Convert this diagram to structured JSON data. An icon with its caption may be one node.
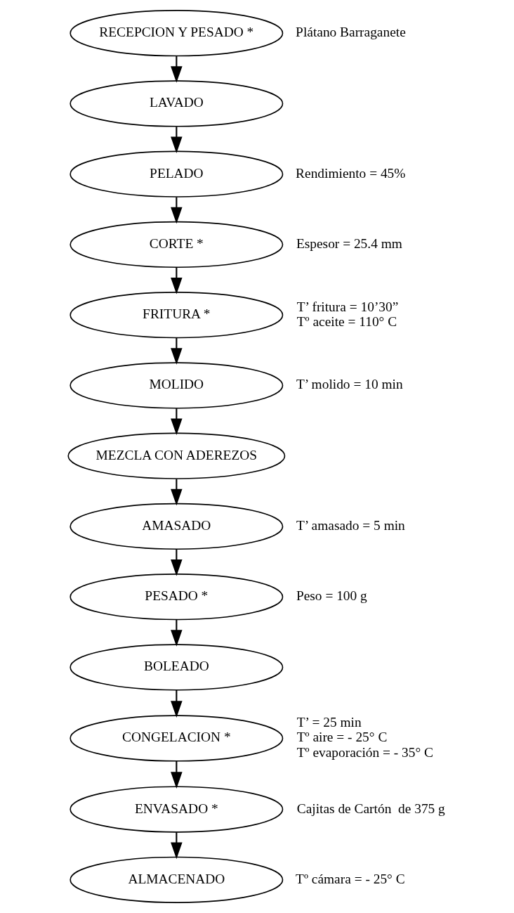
{
  "diagram": {
    "nodes": [
      {
        "text": [
          "RECEPCION Y PESADO *"
        ],
        "beside": [
          "Plátano Barraganete"
        ]
      },
      {
        "text": [
          "LAVADO"
        ]
      },
      {
        "text": [
          "PELADO"
        ],
        "beside": [
          "Rendimiento = 45%"
        ]
      },
      {
        "text": [
          "CORTE *"
        ],
        "beside": [
          "Espesor = 25.4 mm"
        ]
      },
      {
        "text": [
          "FRITURA *"
        ],
        "beside": [
          "T’ fritura = 10’30”",
          "Tº aceite = 110° C"
        ]
      },
      {
        "text": [
          "MOLIDO"
        ],
        "beside": [
          "T’ molido = 10 min"
        ]
      },
      {
        "text": [
          "MEZCLA CON ADEREZOS"
        ]
      },
      {
        "text": [
          "AMASADO"
        ],
        "beside": [
          "T’ amasado = 5 min"
        ]
      },
      {
        "text": [
          "PESADO *"
        ],
        "beside": [
          "Peso = 100 g"
        ]
      },
      {
        "text": [
          "BOLEADO"
        ]
      },
      {
        "text": [
          "CONGELACION *"
        ],
        "beside": [
          "T’ = 25 min",
          "Tº aire = - 25° C",
          "Tº evaporación = - 35° C"
        ]
      },
      {
        "text": [
          "ENVASADO *"
        ],
        "beside": [
          "Cajitas de Cartón  de 375 g"
        ]
      },
      {
        "text": [
          "ALMACENADO"
        ],
        "beside": [
          "Tº cámara = - 25° C"
        ]
      }
    ],
    "edges": [
      {
        "from": 0,
        "to": 1,
        "arrow": "to"
      },
      {
        "from": 1,
        "to": 2,
        "arrow": "to"
      },
      {
        "from": 2,
        "to": 3,
        "arrow": "to"
      },
      {
        "from": 3,
        "to": 4,
        "arrow": "to"
      },
      {
        "from": 4,
        "to": 5,
        "arrow": "to"
      },
      {
        "from": 5,
        "to": 6,
        "arrow": "to"
      },
      {
        "from": 6,
        "to": 7,
        "arrow": "to"
      },
      {
        "from": 7,
        "to": 8,
        "arrow": "to"
      },
      {
        "from": 8,
        "to": 9,
        "arrow": "to"
      },
      {
        "from": 9,
        "to": 10,
        "arrow": "to"
      },
      {
        "from": 10,
        "to": 11,
        "arrow": "to"
      },
      {
        "from": 11,
        "to": 12,
        "arrow": "to"
      }
    ]
  }
}
